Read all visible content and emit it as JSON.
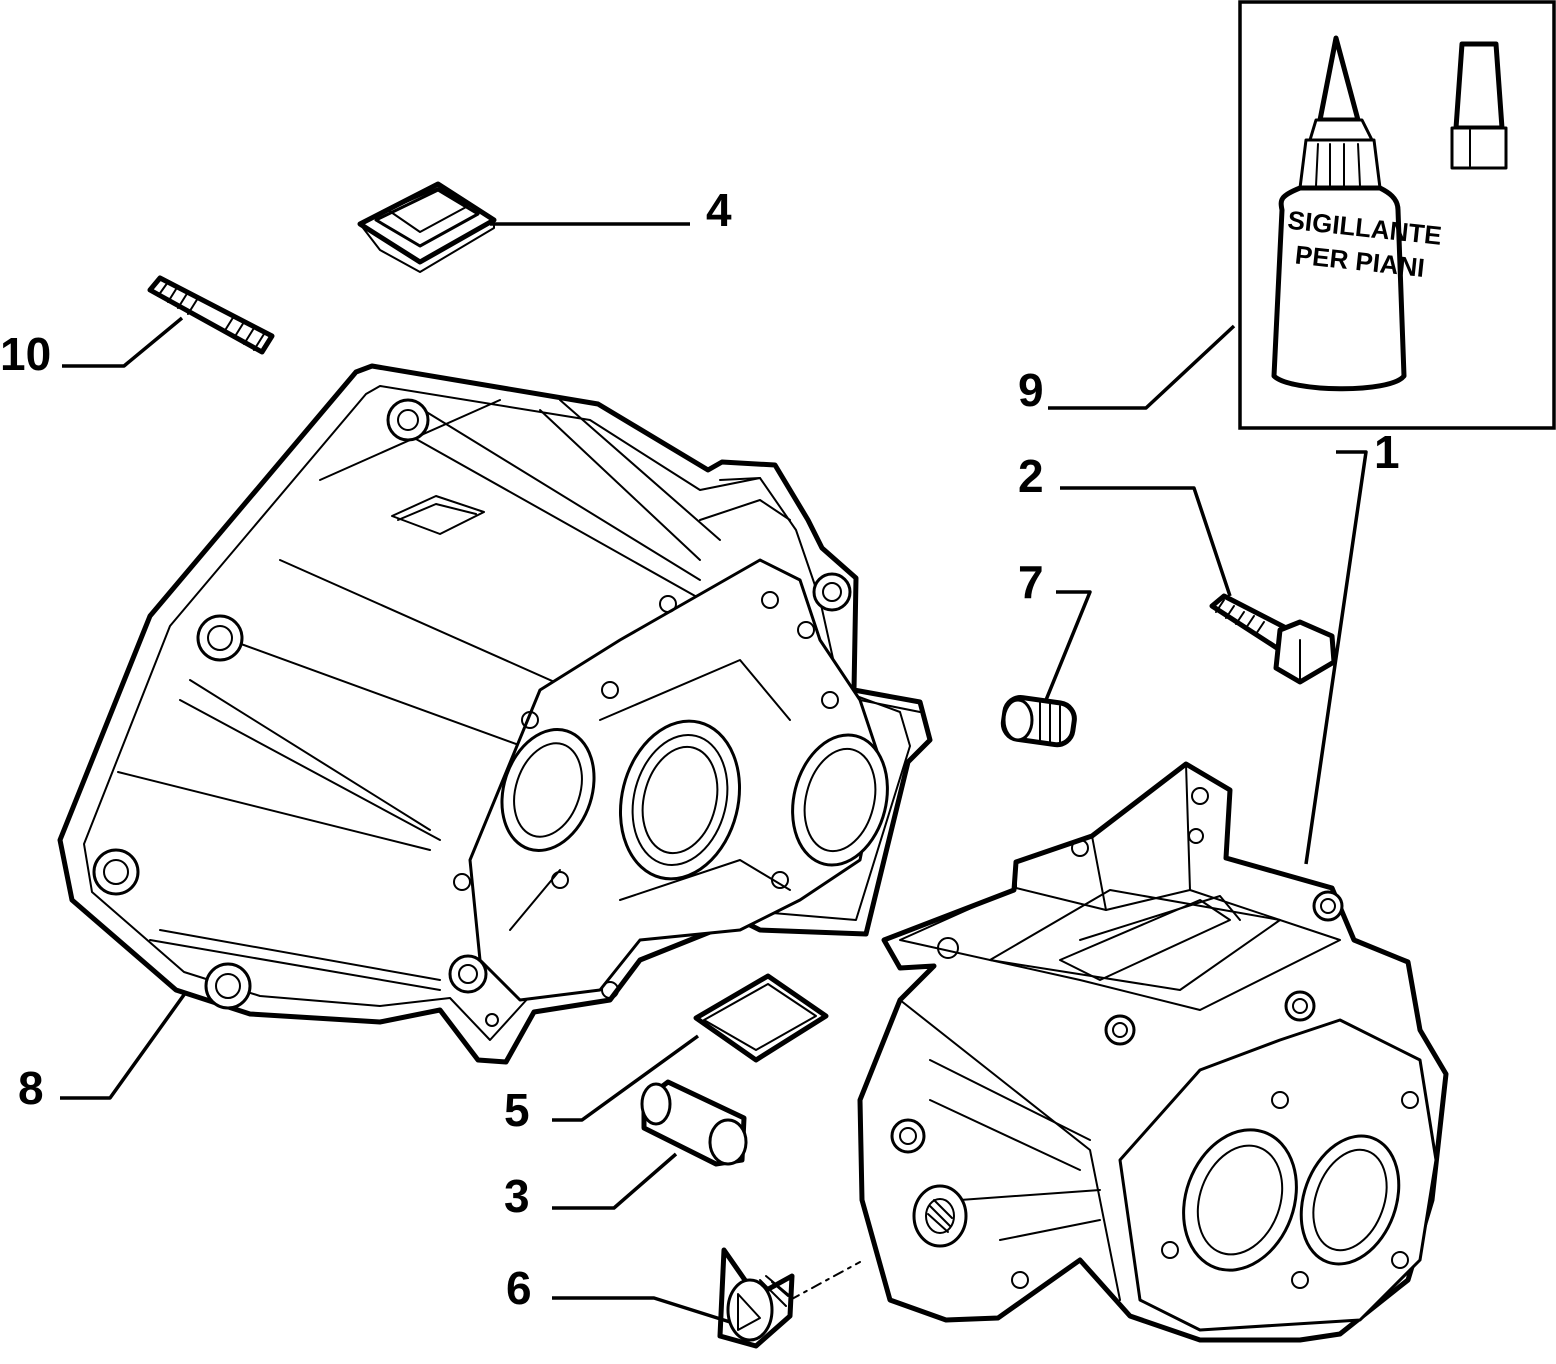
{
  "diagram": {
    "callouts": {
      "c1": "1",
      "c2": "2",
      "c3": "3",
      "c4": "4",
      "c5": "5",
      "c6": "6",
      "c7": "7",
      "c8": "8",
      "c9": "9",
      "c10": "10"
    },
    "sealant_label_line1": "SIGILLANTE",
    "sealant_label_line2": "PER PIANI"
  }
}
